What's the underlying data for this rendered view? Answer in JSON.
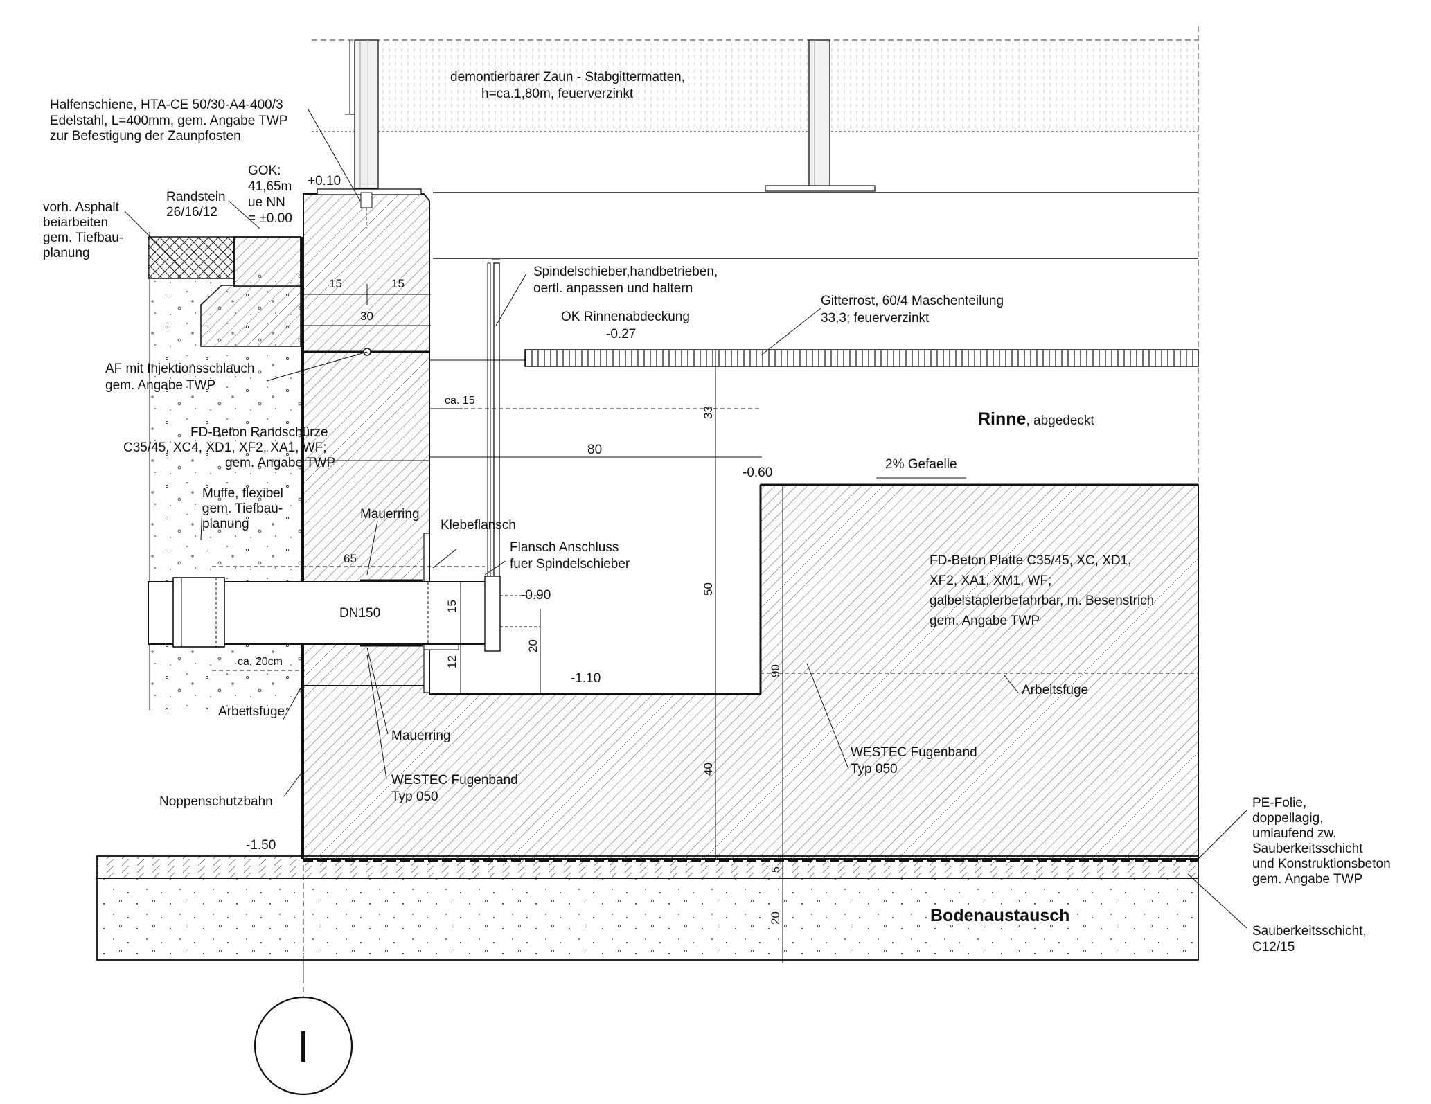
{
  "labels": {
    "zaun_1": "demontierbarer Zaun - Stabgittermatten,",
    "zaun_2": "h=ca.1,80m, feuerverzinkt",
    "halfen_1": "Halfenschiene, HTA-CE 50/30-A4-400/3",
    "halfen_2": "Edelstahl, L=400mm, gem. Angabe TWP",
    "halfen_3": "zur Befestigung der Zaunpfosten",
    "gok_1": "GOK:",
    "gok_2": "41,65m",
    "gok_3": "ue NN",
    "gok_4": "= ±0.00",
    "lvl_p010": "+0.10",
    "randstein_1": "Randstein",
    "randstein_2": "26/16/12",
    "asphalt_1": "vorh. Asphalt",
    "asphalt_2": "beiarbeiten",
    "asphalt_3": "gem. Tiefbau-",
    "asphalt_4": "planung",
    "spindel_1": "Spindelschieber,handbetrieben,",
    "spindel_2": "oertl. anpassen und haltern",
    "gitterrost_1": "Gitterrost, 60/4 Maschenteilung",
    "gitterrost_2": "33,3; feuerverzinkt",
    "ok_rinne": "OK Rinnenabdeckung",
    "lvl_m027": "-0.27",
    "af_1": "AF mit Injektionsschlauch",
    "af_2": "gem. Angabe TWP",
    "rinne": "Rinne",
    "rinne_sub": ", abgedeckt",
    "fd_rand_1": "FD-Beton Randschürze",
    "fd_rand_2": "C35/45, XC4, XD1, XF2, XA1, WF;",
    "fd_rand_3": "gem. Angabe TWP",
    "gefaelle": "2% Gefaelle",
    "lvl_m060": "-0.60",
    "muffe_1": "Muffe, flexibel",
    "muffe_2": "gem. Tiefbau-",
    "muffe_3": "planung",
    "mauerring_top": "Mauerring",
    "klebeflansch": "Klebeflansch",
    "flansch_1": "Flansch Anschluss",
    "flansch_2": "fuer Spindelschieber",
    "fd_platte_1": "FD-Beton Platte C35/45, XC, XD1,",
    "fd_platte_2": "XF2, XA1, XM1, WF;",
    "fd_platte_3": "galbelstaplerbefahrbar, m. Besenstrich",
    "fd_platte_4": "gem. Angabe TWP",
    "dn150": "DN150",
    "lvl_m090": "-0.90",
    "lvl_m110": "-1.10",
    "ca20": "ca. 20cm",
    "arbeitsfuge_l": "Arbeitsfuge",
    "arbeitsfuge_r": "Arbeitsfuge",
    "mauerring_bot": "Mauerring",
    "westec_l_1": "WESTEC Fugenband",
    "westec_l_2": "Typ 050",
    "westec_r_1": "WESTEC Fugenband",
    "westec_r_2": "Typ 050",
    "noppen": "Noppenschutzbahn",
    "lvl_m150": "-1.50",
    "pe_1": "PE-Folie,",
    "pe_2": "doppellagig,",
    "pe_3": "umlaufend zw.",
    "pe_4": "Sauberkeitsschicht",
    "pe_5": "und Konstruktionsbeton",
    "pe_6": "gem. Angabe TWP",
    "boden": "Bodenaustausch",
    "sauber_1": "Sauberkeitsschicht,",
    "sauber_2": "C12/15",
    "axis": "I"
  },
  "dims": {
    "d15a": "15",
    "d15b": "15",
    "d30": "30",
    "ca15": "ca. 15",
    "d80": "80",
    "d33": "33",
    "d50": "50",
    "d65": "65",
    "d15c": "15",
    "d20": "20",
    "d12": "12",
    "d90": "90",
    "d40": "40",
    "d5": "5",
    "d20b": "20"
  }
}
